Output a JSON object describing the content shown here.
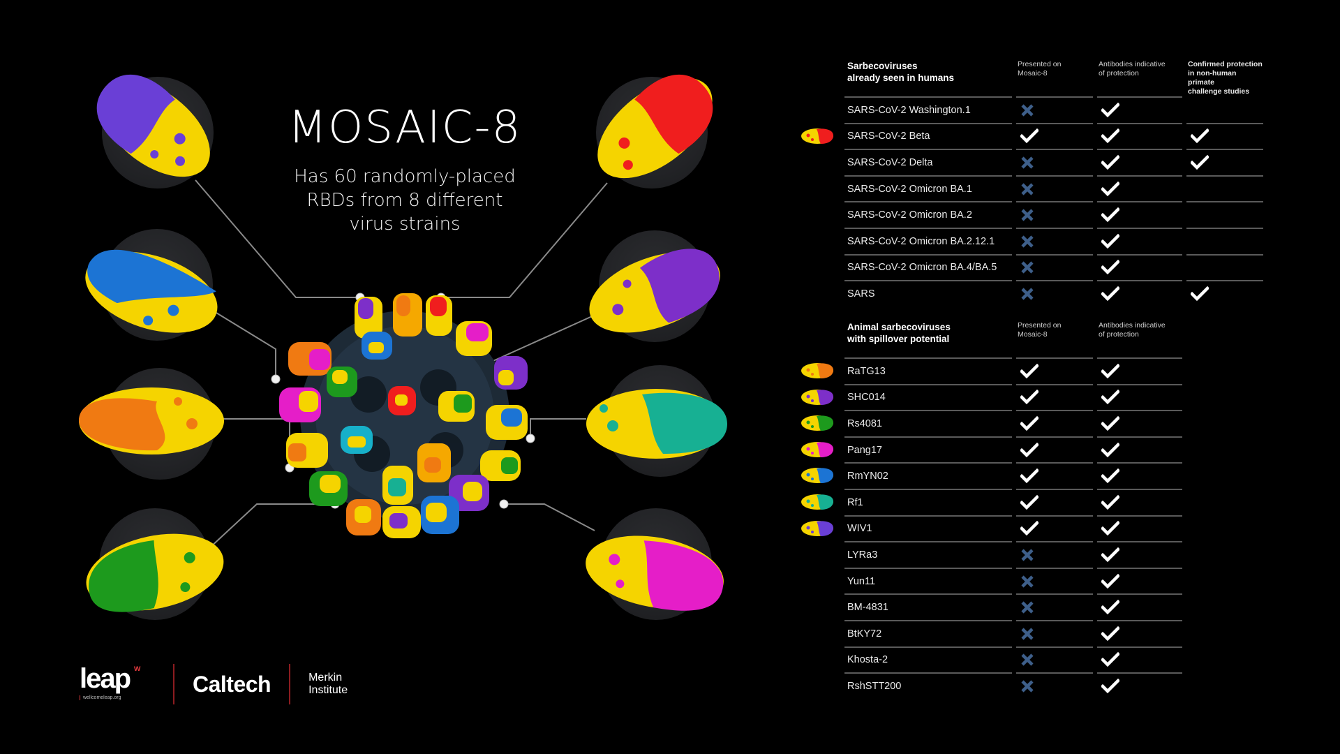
{
  "title": "MOSAIC-8",
  "subtitle_lines": [
    "Has 60 randomly-placed",
    "RBDs from 8 different",
    "virus strains"
  ],
  "molecules": [
    {
      "name": "rbd-purple-yellow",
      "position": "top-left",
      "colors": [
        "#6a3fd6",
        "#f5d400"
      ]
    },
    {
      "name": "rbd-blue-yellow",
      "position": "mid-upper-left",
      "colors": [
        "#1c74d4",
        "#f5d400"
      ]
    },
    {
      "name": "rbd-orange-yellow",
      "position": "mid-lower-left",
      "colors": [
        "#f07a12",
        "#f5d400"
      ]
    },
    {
      "name": "rbd-green-yellow",
      "position": "bottom-left",
      "colors": [
        "#1d9a1d",
        "#f5d400"
      ]
    },
    {
      "name": "rbd-red-yellow",
      "position": "top-right",
      "colors": [
        "#f01e1e",
        "#f5d400"
      ]
    },
    {
      "name": "rbd-violet-yellow",
      "position": "mid-upper-right",
      "colors": [
        "#7d2fc9",
        "#f5d400"
      ]
    },
    {
      "name": "rbd-teal-yellow",
      "position": "mid-lower-right",
      "colors": [
        "#17b093",
        "#f5d400"
      ]
    },
    {
      "name": "rbd-magenta-yellow",
      "position": "bottom-right",
      "colors": [
        "#e51ec8",
        "#f5d400"
      ]
    }
  ],
  "table_humans": {
    "header": {
      "main": [
        "Sarbecoviruses",
        "already seen in humans"
      ],
      "col1": [
        "Presented on",
        "Mosaic-8"
      ],
      "col2": [
        "Antibodies indicative",
        "of protection"
      ],
      "col3": [
        "Confirmed protection",
        "in non-human primate",
        "challenge studies"
      ]
    },
    "rows": [
      {
        "name": "SARS-CoV-2 Washington.1",
        "presented": "x",
        "antibodies": "check",
        "protection": ""
      },
      {
        "name": "SARS-CoV-2 Beta",
        "presented": "check",
        "antibodies": "check",
        "protection": "check",
        "thumb": [
          "#f01e1e",
          "#f5d400"
        ]
      },
      {
        "name": "SARS-CoV-2 Delta",
        "presented": "x",
        "antibodies": "check",
        "protection": "check"
      },
      {
        "name": "SARS-CoV-2 Omicron BA.1",
        "presented": "x",
        "antibodies": "check",
        "protection": ""
      },
      {
        "name": "SARS-CoV-2 Omicron BA.2",
        "presented": "x",
        "antibodies": "check",
        "protection": ""
      },
      {
        "name": "SARS-CoV-2 Omicron BA.2.12.1",
        "presented": "x",
        "antibodies": "check",
        "protection": ""
      },
      {
        "name": "SARS-CoV-2 Omicron BA.4/BA.5",
        "presented": "x",
        "antibodies": "check",
        "protection": ""
      },
      {
        "name": "SARS",
        "presented": "x",
        "antibodies": "check",
        "protection": "check"
      }
    ]
  },
  "table_animals": {
    "header": {
      "main": [
        "Animal sarbecoviruses",
        "with spillover potential"
      ],
      "col1": [
        "Presented on",
        "Mosaic-8"
      ],
      "col2": [
        "Antibodies indicative",
        "of protection"
      ]
    },
    "rows": [
      {
        "name": "RaTG13",
        "presented": "check",
        "antibodies": "check",
        "thumb": [
          "#f07a12",
          "#f5d400"
        ]
      },
      {
        "name": "SHC014",
        "presented": "check",
        "antibodies": "check",
        "thumb": [
          "#7d2fc9",
          "#f5d400"
        ]
      },
      {
        "name": "Rs4081",
        "presented": "check",
        "antibodies": "check",
        "thumb": [
          "#1d9a1d",
          "#f5d400"
        ]
      },
      {
        "name": "Pang17",
        "presented": "check",
        "antibodies": "check",
        "thumb": [
          "#e51ec8",
          "#f5d400"
        ]
      },
      {
        "name": "RmYN02",
        "presented": "check",
        "antibodies": "check",
        "thumb": [
          "#1c74d4",
          "#f5d400"
        ]
      },
      {
        "name": "Rf1",
        "presented": "check",
        "antibodies": "check",
        "thumb": [
          "#17b093",
          "#f5d400"
        ]
      },
      {
        "name": "WIV1",
        "presented": "check",
        "antibodies": "check",
        "thumb": [
          "#6a3fd6",
          "#f5d400"
        ]
      },
      {
        "name": "LYRa3",
        "presented": "x",
        "antibodies": "check"
      },
      {
        "name": "Yun11",
        "presented": "x",
        "antibodies": "check"
      },
      {
        "name": "BM-4831",
        "presented": "x",
        "antibodies": "check"
      },
      {
        "name": "BtKY72",
        "presented": "x",
        "antibodies": "check"
      },
      {
        "name": "Khosta-2",
        "presented": "x",
        "antibodies": "check"
      },
      {
        "name": "RshSTT200",
        "presented": "x",
        "antibodies": "check"
      }
    ]
  },
  "icons": {
    "check": "check-icon",
    "x": "x-icon"
  },
  "colors": {
    "background": "#000000",
    "check": "#ffffff",
    "x": "#3e5f8a",
    "divider": "#5a5a5a",
    "logo_accent": "#e03a3e"
  },
  "logos": {
    "leap": "leap",
    "leap_superscript": "w",
    "leap_url": "wellcomeleap.org",
    "caltech": "Caltech",
    "merkin_lines": [
      "Merkin",
      "Institute"
    ]
  }
}
